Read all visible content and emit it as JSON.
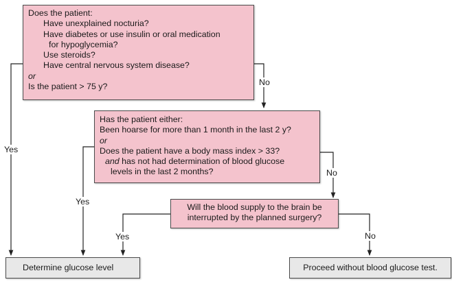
{
  "q1": {
    "intro": "Does the patient:",
    "items": [
      "Have unexplained nocturia?",
      "Have diabetes or use insulin or oral medication",
      "for hypoglycemia?",
      "Use steroids?",
      "Have central nervous system disease?"
    ],
    "or": "or",
    "age": "Is the patient > 75 y?"
  },
  "q2": {
    "intro": "Has the patient either:",
    "hoarse": "Been hoarse for more than 1 month in the last 2 y?",
    "or": "or",
    "bmi": "Does the patient have a body mass index > 33?",
    "and_word": "and",
    "and_rest": " has not had determination of blood glucose",
    "cont": "levels in the last 2 months?"
  },
  "q3": {
    "line1": "Will the blood supply to the brain be",
    "line2": "interrupted by the planned surgery?"
  },
  "outcomes": {
    "yes": "Determine glucose level",
    "no": "Proceed without blood glucose test."
  },
  "labels": {
    "yes1": "Yes",
    "no1": "No",
    "yes2": "Yes",
    "no2": "No",
    "yes3": "Yes",
    "no3": "No"
  },
  "colors": {
    "question_fill": "#f4c3cd",
    "outcome_fill": "#e8e8e8"
  }
}
